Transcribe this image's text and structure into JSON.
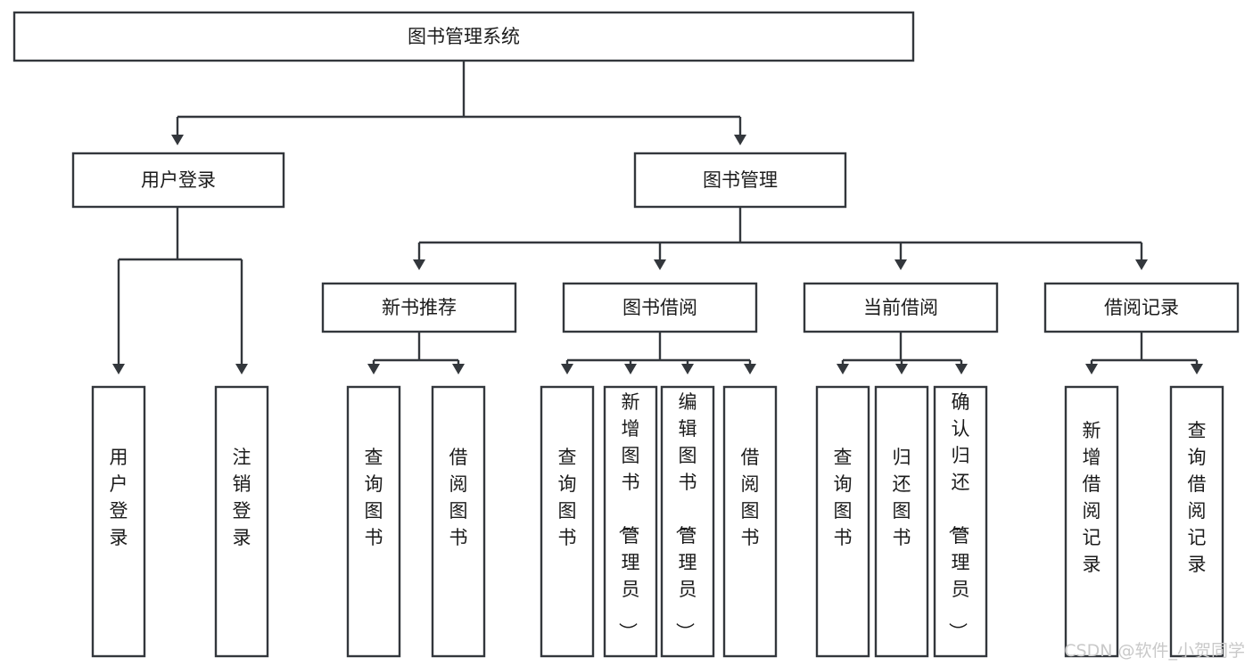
{
  "diagram": {
    "type": "tree-hierarchy",
    "title": "图书管理系统",
    "orientation": "top-down",
    "colors": {
      "stroke": "#33373c",
      "box_fill": "#ffffff",
      "text": "#1b1b1b",
      "background": "#ffffff",
      "watermark": "#c9c9c9"
    },
    "root": {
      "id": "root",
      "label": "图书管理系统"
    },
    "level1": [
      {
        "id": "user-login",
        "label": "用户登录"
      },
      {
        "id": "book-management",
        "label": "图书管理"
      }
    ],
    "level2": [
      {
        "id": "new-book-recommend",
        "label": "新书推荐",
        "parent": "book-management"
      },
      {
        "id": "book-borrow",
        "label": "图书借阅",
        "parent": "book-management"
      },
      {
        "id": "current-borrow",
        "label": "当前借阅",
        "parent": "book-management"
      },
      {
        "id": "borrow-record",
        "label": "借阅记录",
        "parent": "book-management"
      }
    ],
    "leaves": [
      {
        "id": "leaf-user-login",
        "label": "用户登录",
        "parent": "user-login"
      },
      {
        "id": "leaf-logout-login",
        "label": "注销登录",
        "parent": "user-login"
      },
      {
        "id": "leaf-query-book-1",
        "label": "查询图书",
        "parent": "new-book-recommend"
      },
      {
        "id": "leaf-borrow-book-1",
        "label": "借阅图书",
        "parent": "new-book-recommend"
      },
      {
        "id": "leaf-query-book-2",
        "label": "查询图书",
        "parent": "book-borrow"
      },
      {
        "id": "leaf-add-book",
        "label": "新增图书（管理员）",
        "parent": "book-borrow"
      },
      {
        "id": "leaf-edit-book",
        "label": "编辑图书（管理员）",
        "parent": "book-borrow"
      },
      {
        "id": "leaf-borrow-book-2",
        "label": "借阅图书",
        "parent": "book-borrow"
      },
      {
        "id": "leaf-query-book-3",
        "label": "查询图书",
        "parent": "current-borrow"
      },
      {
        "id": "leaf-return-book",
        "label": "归还图书",
        "parent": "current-borrow"
      },
      {
        "id": "leaf-confirm-return",
        "label": "确认归还（管理员）",
        "parent": "current-borrow"
      },
      {
        "id": "leaf-add-record",
        "label": "新增借阅记录",
        "parent": "borrow-record"
      },
      {
        "id": "leaf-query-record",
        "label": "查询借阅记录",
        "parent": "borrow-record"
      }
    ]
  },
  "watermark": {
    "text": "CSDN @软件_小贺同学"
  }
}
